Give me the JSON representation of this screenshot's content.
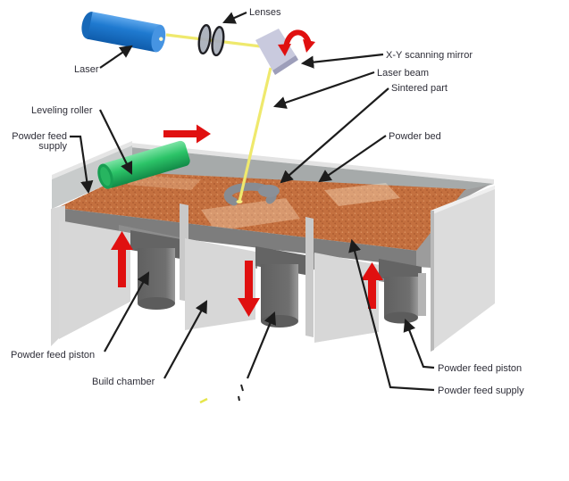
{
  "diagram": {
    "labels": {
      "lenses": "Lenses",
      "laser": "Laser",
      "xy_scanning_mirror": "X-Y scanning mirror",
      "laser_beam": "Laser beam",
      "sintered_part": "Sintered part",
      "powder_bed": "Powder bed",
      "leveling_roller": "Leveling roller",
      "powder_feed_supply_top_line1": "Powder feed",
      "powder_feed_supply_top_line2": "supply",
      "powder_feed_piston_left": "Powder feed piston",
      "build_chamber": "Build chamber",
      "powder_feed_piston_right": "Powder feed piston",
      "powder_feed_supply_right": "Powder feed supply"
    },
    "arrows": {
      "red_arrows": [
        "mirror-rotation-arrow",
        "roller-direction-right-arrow",
        "left-piston-up-arrow",
        "build-piston-down-arrow",
        "right-piston-up-arrow"
      ]
    },
    "colors": {
      "laser_body": "#1f7ad0",
      "laser_beam": "#efe96d",
      "mirror": "#c9cade",
      "lens": "#aab0bb",
      "roller_green": "#2cc468",
      "powder_orange": "#c4703f",
      "rim_gray": "#7d7d7d",
      "wall_light_gray": "#d6d6d6",
      "piston_dark_gray": "#6b6b6b",
      "sintered_gray": "#8a9098",
      "arrow_red": "#e01010",
      "label_text": "#2e2e38"
    }
  }
}
